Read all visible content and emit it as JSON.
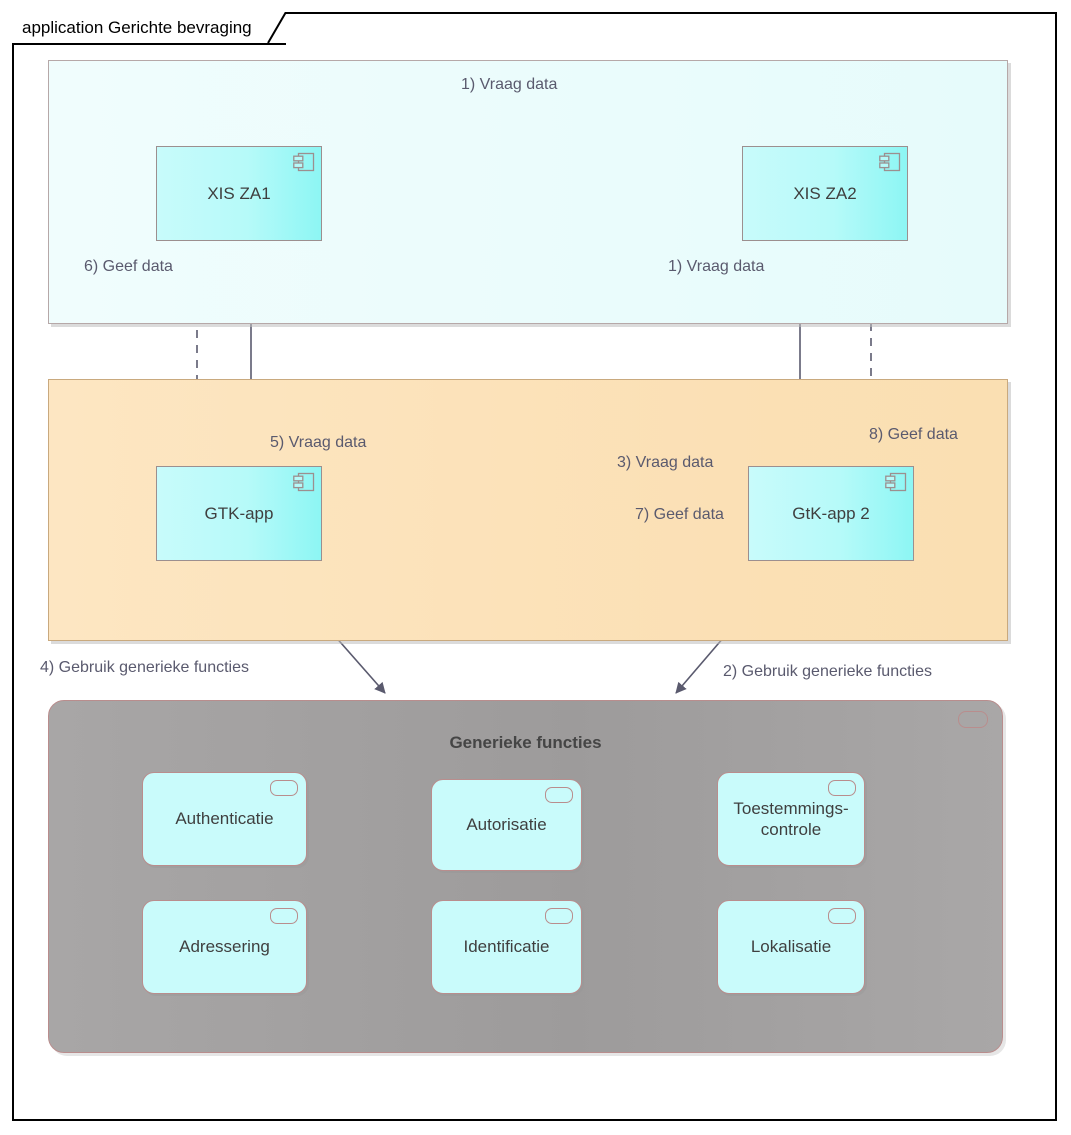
{
  "diagram": {
    "kind": "application",
    "title": "application Gerichte bevraging",
    "frame_label": "application Gerichte bevraging"
  },
  "regions": [
    {
      "id": "blue",
      "name": "top-application-region",
      "fill": "#eafcfc",
      "border": "#b6a8a8",
      "title": ""
    },
    {
      "id": "orange",
      "name": "middle-application-region",
      "fill": "#fbe0b5",
      "border": "#c9a97e",
      "title": ""
    },
    {
      "id": "grey",
      "name": "generic-functions-region",
      "fill": "#9d9b9b",
      "border": "#b98d8d",
      "title": "Generieke functies"
    }
  ],
  "components": [
    {
      "id": "xis_za1",
      "label": "XIS ZA1",
      "icon": "uml-component-icon"
    },
    {
      "id": "xis_za2",
      "label": "XIS ZA2",
      "icon": "uml-component-icon"
    },
    {
      "id": "gtk_app",
      "label": "GTK-app",
      "icon": "uml-component-icon"
    },
    {
      "id": "gtk_app2",
      "label": "GtK-app 2",
      "icon": "uml-component-icon"
    }
  ],
  "services": [
    {
      "id": "authenticatie",
      "label": "Authenticatie",
      "icon": "service-rounded-icon"
    },
    {
      "id": "autorisatie",
      "label": "Autorisatie",
      "icon": "service-rounded-icon"
    },
    {
      "id": "toestemming",
      "label": "Toestemmings-\ncontrole",
      "icon": "service-rounded-icon"
    },
    {
      "id": "adressering",
      "label": "Adressering",
      "icon": "service-rounded-icon"
    },
    {
      "id": "identificatie",
      "label": "Identificatie",
      "icon": "service-rounded-icon"
    },
    {
      "id": "lokalisatie",
      "label": "Lokalisatie",
      "icon": "service-rounded-icon"
    }
  ],
  "connector_labels": {
    "step1_top": "1) Vraag data",
    "step1_right": "1) Vraag data",
    "step2": "2) Gebruik generieke functies",
    "step3": "3) Vraag data",
    "step4": "4) Gebruik generieke functies",
    "step5": "5) Vraag data",
    "step6": "6) Geef data",
    "step7": "7) Geef data",
    "step8": "8) Geef data"
  },
  "colors": {
    "component_fill": "#b6faf9",
    "component_border": "#9c8f8f",
    "service_fill": "#c9fbfb",
    "service_border": "#b98d8d",
    "region_blue": "#eafcfc",
    "region_orange": "#fbe0b5",
    "region_grey": "#9d9b9b",
    "connector": "#5a5a6e",
    "frame_border": "#000000",
    "label_text": "#5a5a6e"
  }
}
